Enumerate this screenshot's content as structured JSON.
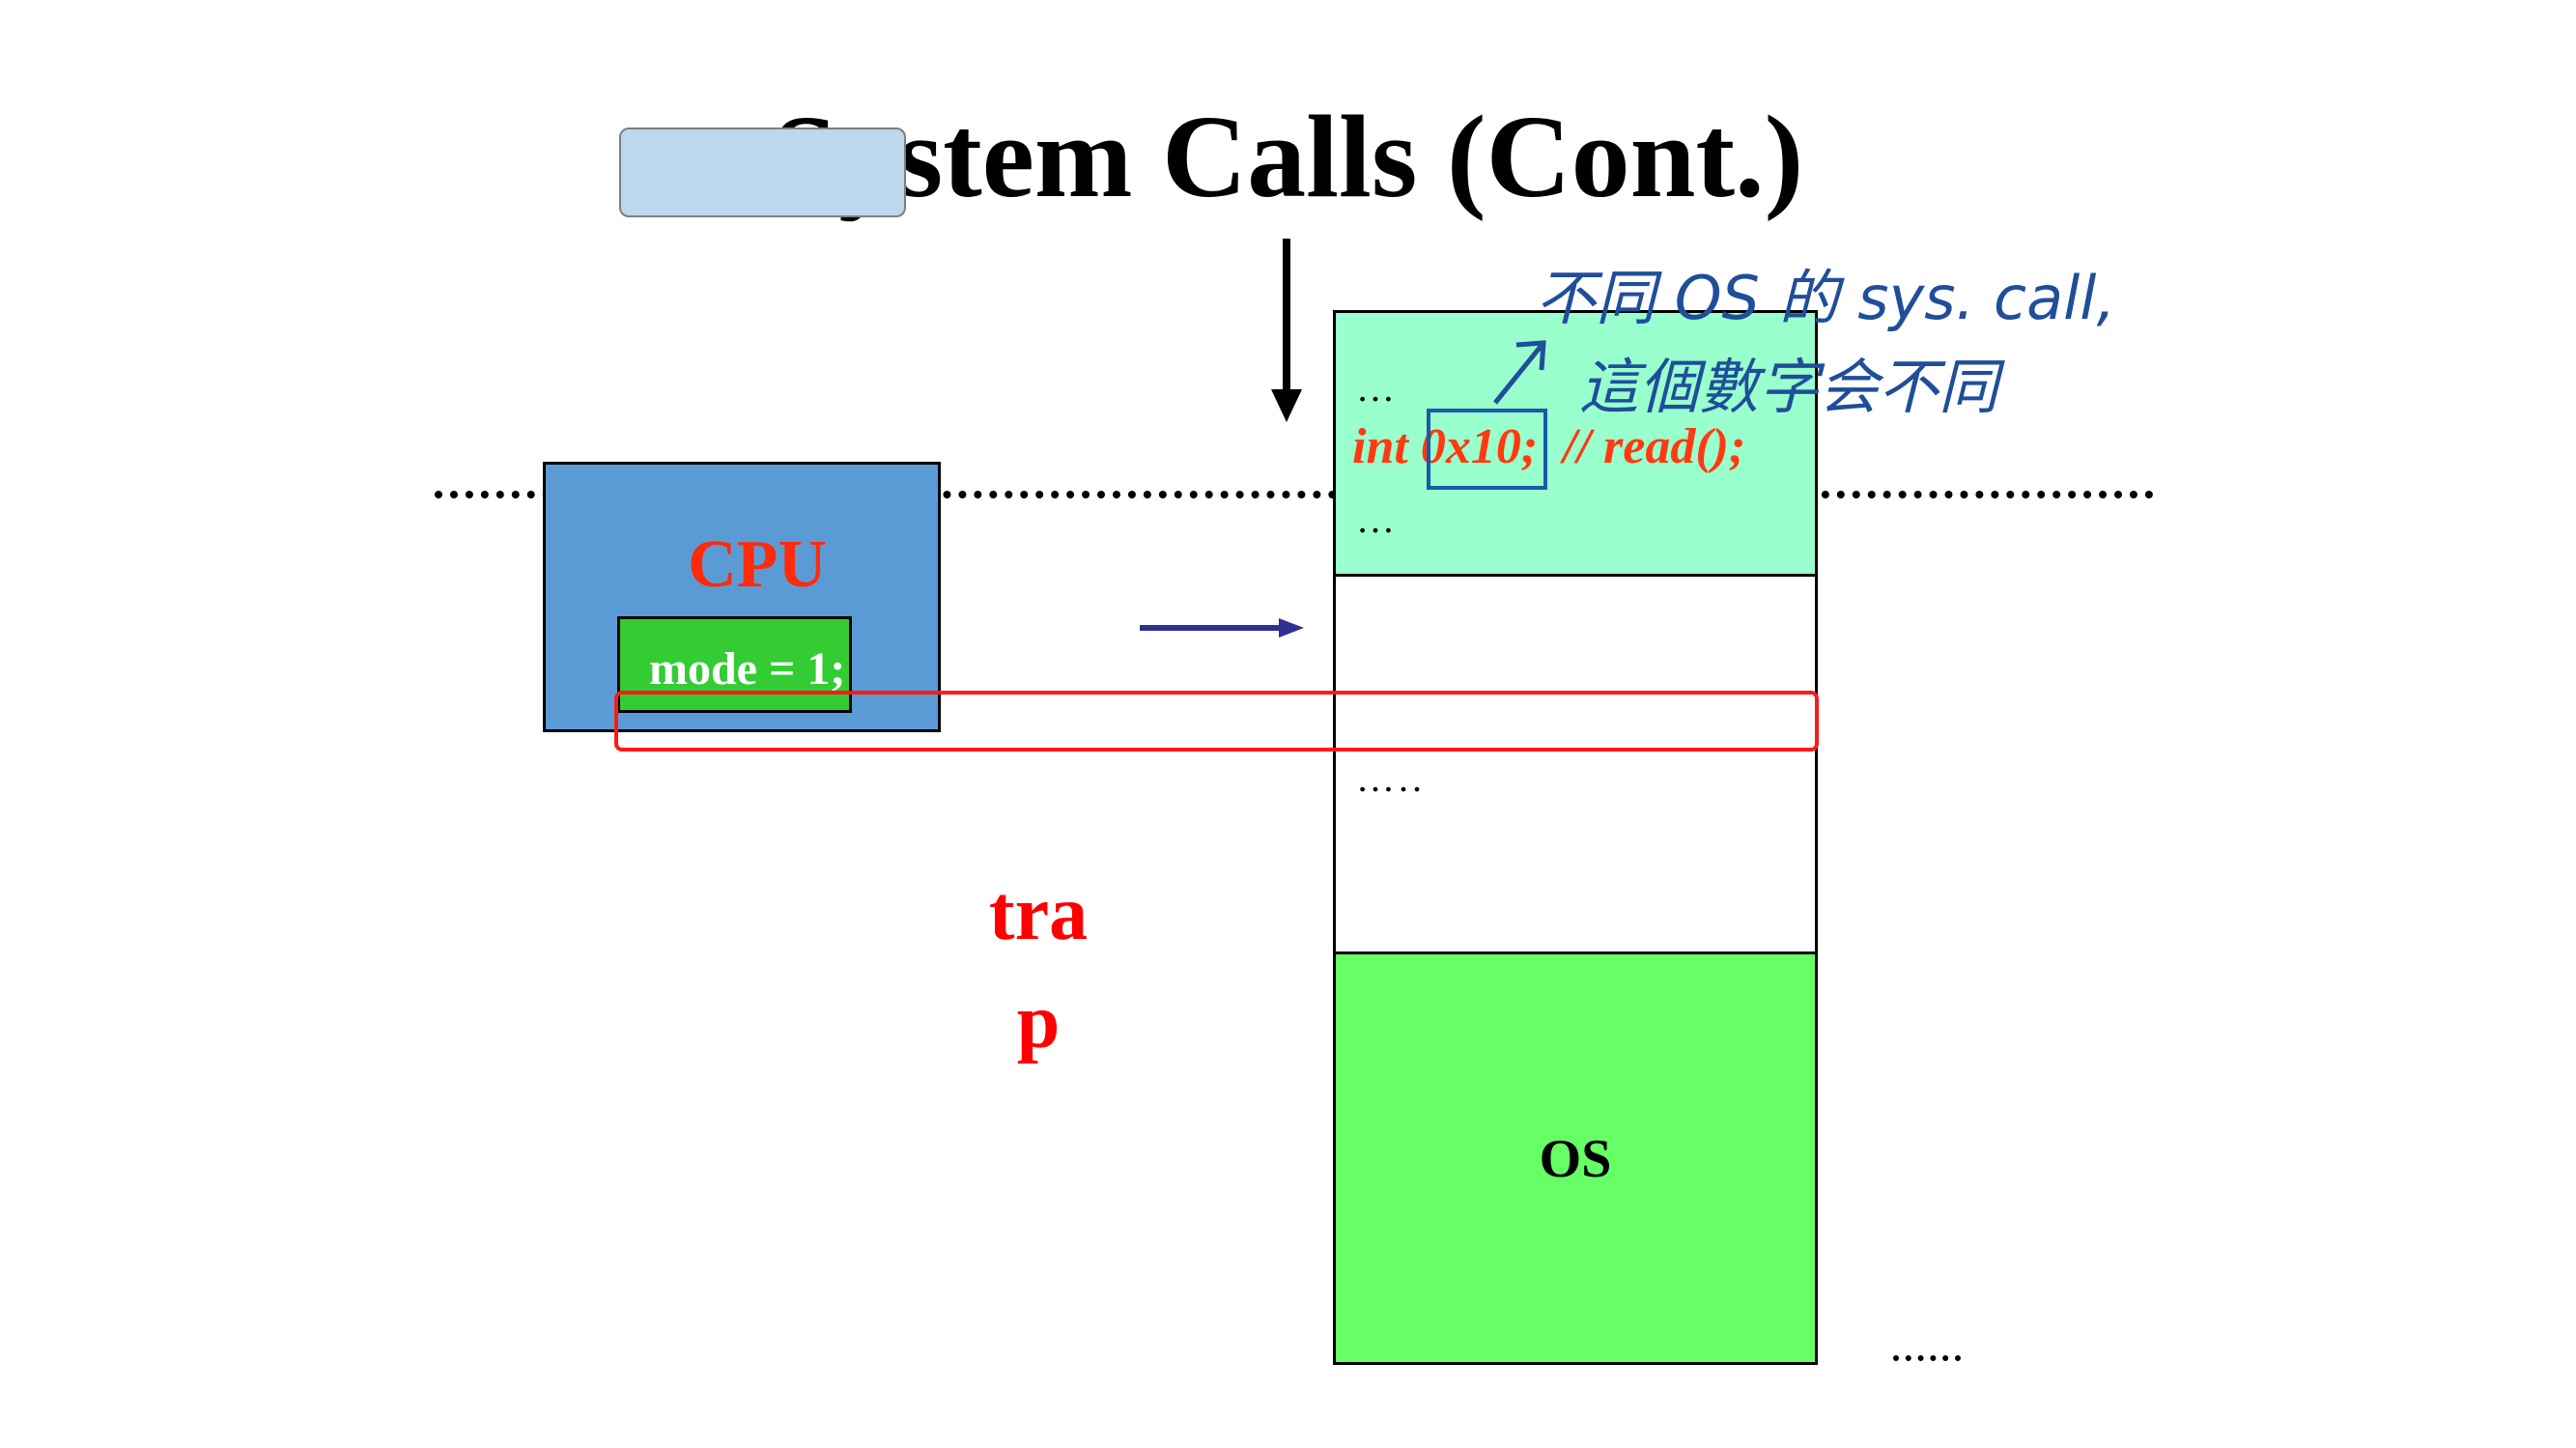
{
  "slide": {
    "title": "System Calls (Cont.)"
  },
  "cpu": {
    "label": "CPU",
    "mode_text": "mode = 1;"
  },
  "memory": {
    "top_ellipsis_1": "…",
    "code_line": "int 0x10;  // read();",
    "top_ellipsis_2": "…",
    "mid_ellipsis": "…..",
    "os_label": "OS"
  },
  "trap": {
    "line1": "tra",
    "line2": "p"
  },
  "annotation": {
    "line1": "不同 OS 的 sys. call,",
    "line2": "這個數字会不同"
  },
  "colors": {
    "title_cover": "#bdd7ee",
    "cpu_fill": "#5b9bd5",
    "mode_fill": "#33cc33",
    "memory_top_fill": "#99ffcc",
    "os_fill": "#66ff66",
    "accent_red": "#ff0000",
    "annotation_blue": "#1f4e9a",
    "arrow_navy": "#2e3192"
  }
}
